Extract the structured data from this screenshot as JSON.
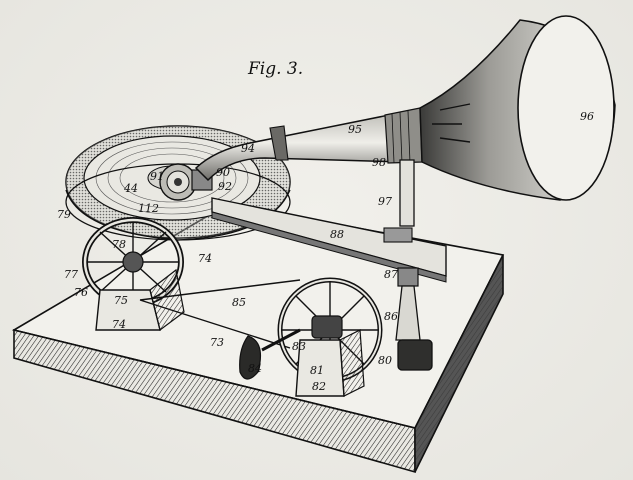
{
  "figure": {
    "title": "Fig. 3.",
    "labels": {
      "96": "96",
      "95": "95",
      "94": "94",
      "98": "98",
      "97": "97",
      "88": "88",
      "87": "87",
      "86": "86",
      "79": "79",
      "78": "78",
      "77": "77",
      "76": "76",
      "75": "75",
      "74": "74",
      "73": "73",
      "85": "85",
      "84": "84",
      "83": "83",
      "81": "81",
      "82": "82",
      "80": "80",
      "91": "91",
      "90": "90",
      "92": "92",
      "44": "44",
      "112": "112",
      "74b": "74"
    }
  }
}
